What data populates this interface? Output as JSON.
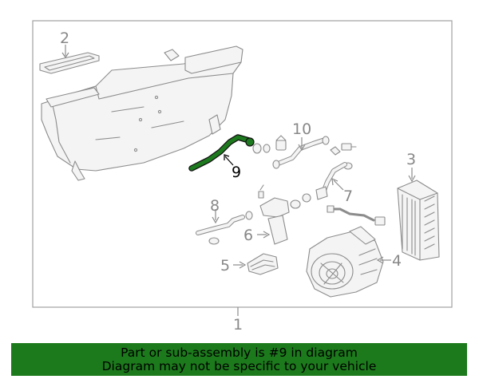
{
  "callouts": {
    "c1": "1",
    "c2": "2",
    "c3": "3",
    "c4": "4",
    "c5": "5",
    "c6": "6",
    "c7": "7",
    "c8": "8",
    "c9": "9",
    "c10": "10"
  },
  "highlighted_part": "9",
  "banner": {
    "line1": "Part or sub-assembly is #9 in diagram",
    "line2": "Diagram may not be specific to your vehicle"
  },
  "colors": {
    "highlight": "#1e7a1e",
    "banner": "#1c7a1c",
    "line": "#8c8c8c",
    "frame": "#a0a0a0"
  }
}
